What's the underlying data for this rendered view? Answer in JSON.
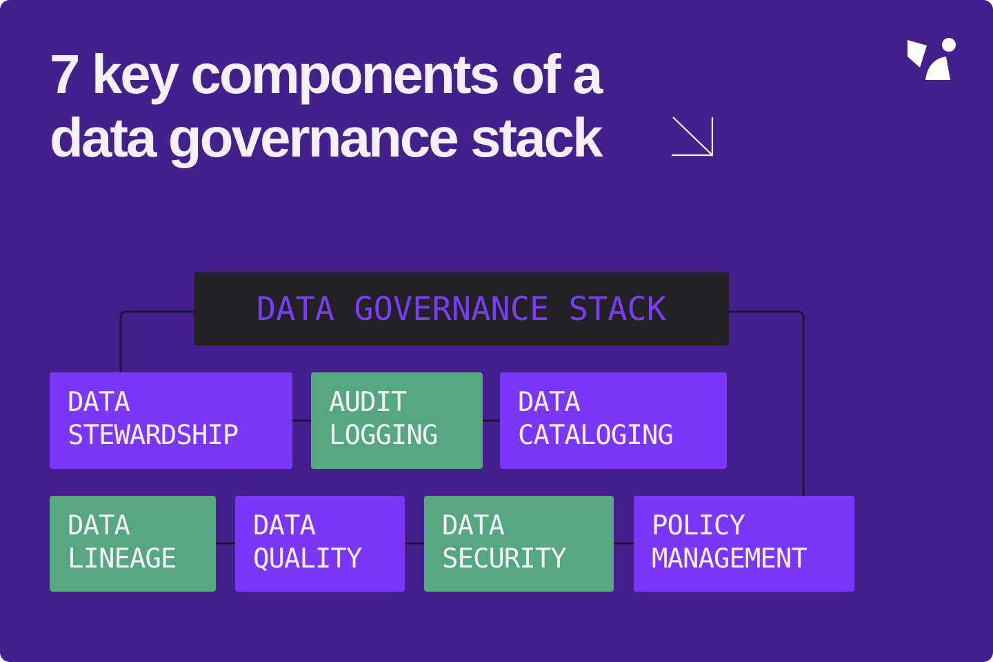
{
  "header": {
    "title_line1": "7 key components of a",
    "title_line2": "data governance stack",
    "arrow_icon": "arrow-down-right-icon",
    "logo_icon": "brand-logo-icon"
  },
  "colors": {
    "background": "#43208c",
    "purple_box": "#7b36fb",
    "green_box": "#55a780",
    "root_box": "#222126",
    "root_text": "#7b3cf8",
    "text": "#f3f0fa",
    "connector": "#1c1433"
  },
  "diagram": {
    "root": {
      "label": "DATA GOVERNANCE STACK"
    },
    "row1": [
      {
        "line1": "DATA",
        "line2": "STEWARDSHIP",
        "color": "purple"
      },
      {
        "line1": "AUDIT",
        "line2": "LOGGING",
        "color": "green"
      },
      {
        "line1": "DATA",
        "line2": "CATALOGING",
        "color": "purple"
      }
    ],
    "row2": [
      {
        "line1": "DATA",
        "line2": "LINEAGE",
        "color": "green"
      },
      {
        "line1": "DATA",
        "line2": "QUALITY",
        "color": "purple"
      },
      {
        "line1": "DATA",
        "line2": "SECURITY",
        "color": "green"
      },
      {
        "line1": "POLICY",
        "line2": "MANAGEMENT",
        "color": "purple"
      }
    ]
  }
}
